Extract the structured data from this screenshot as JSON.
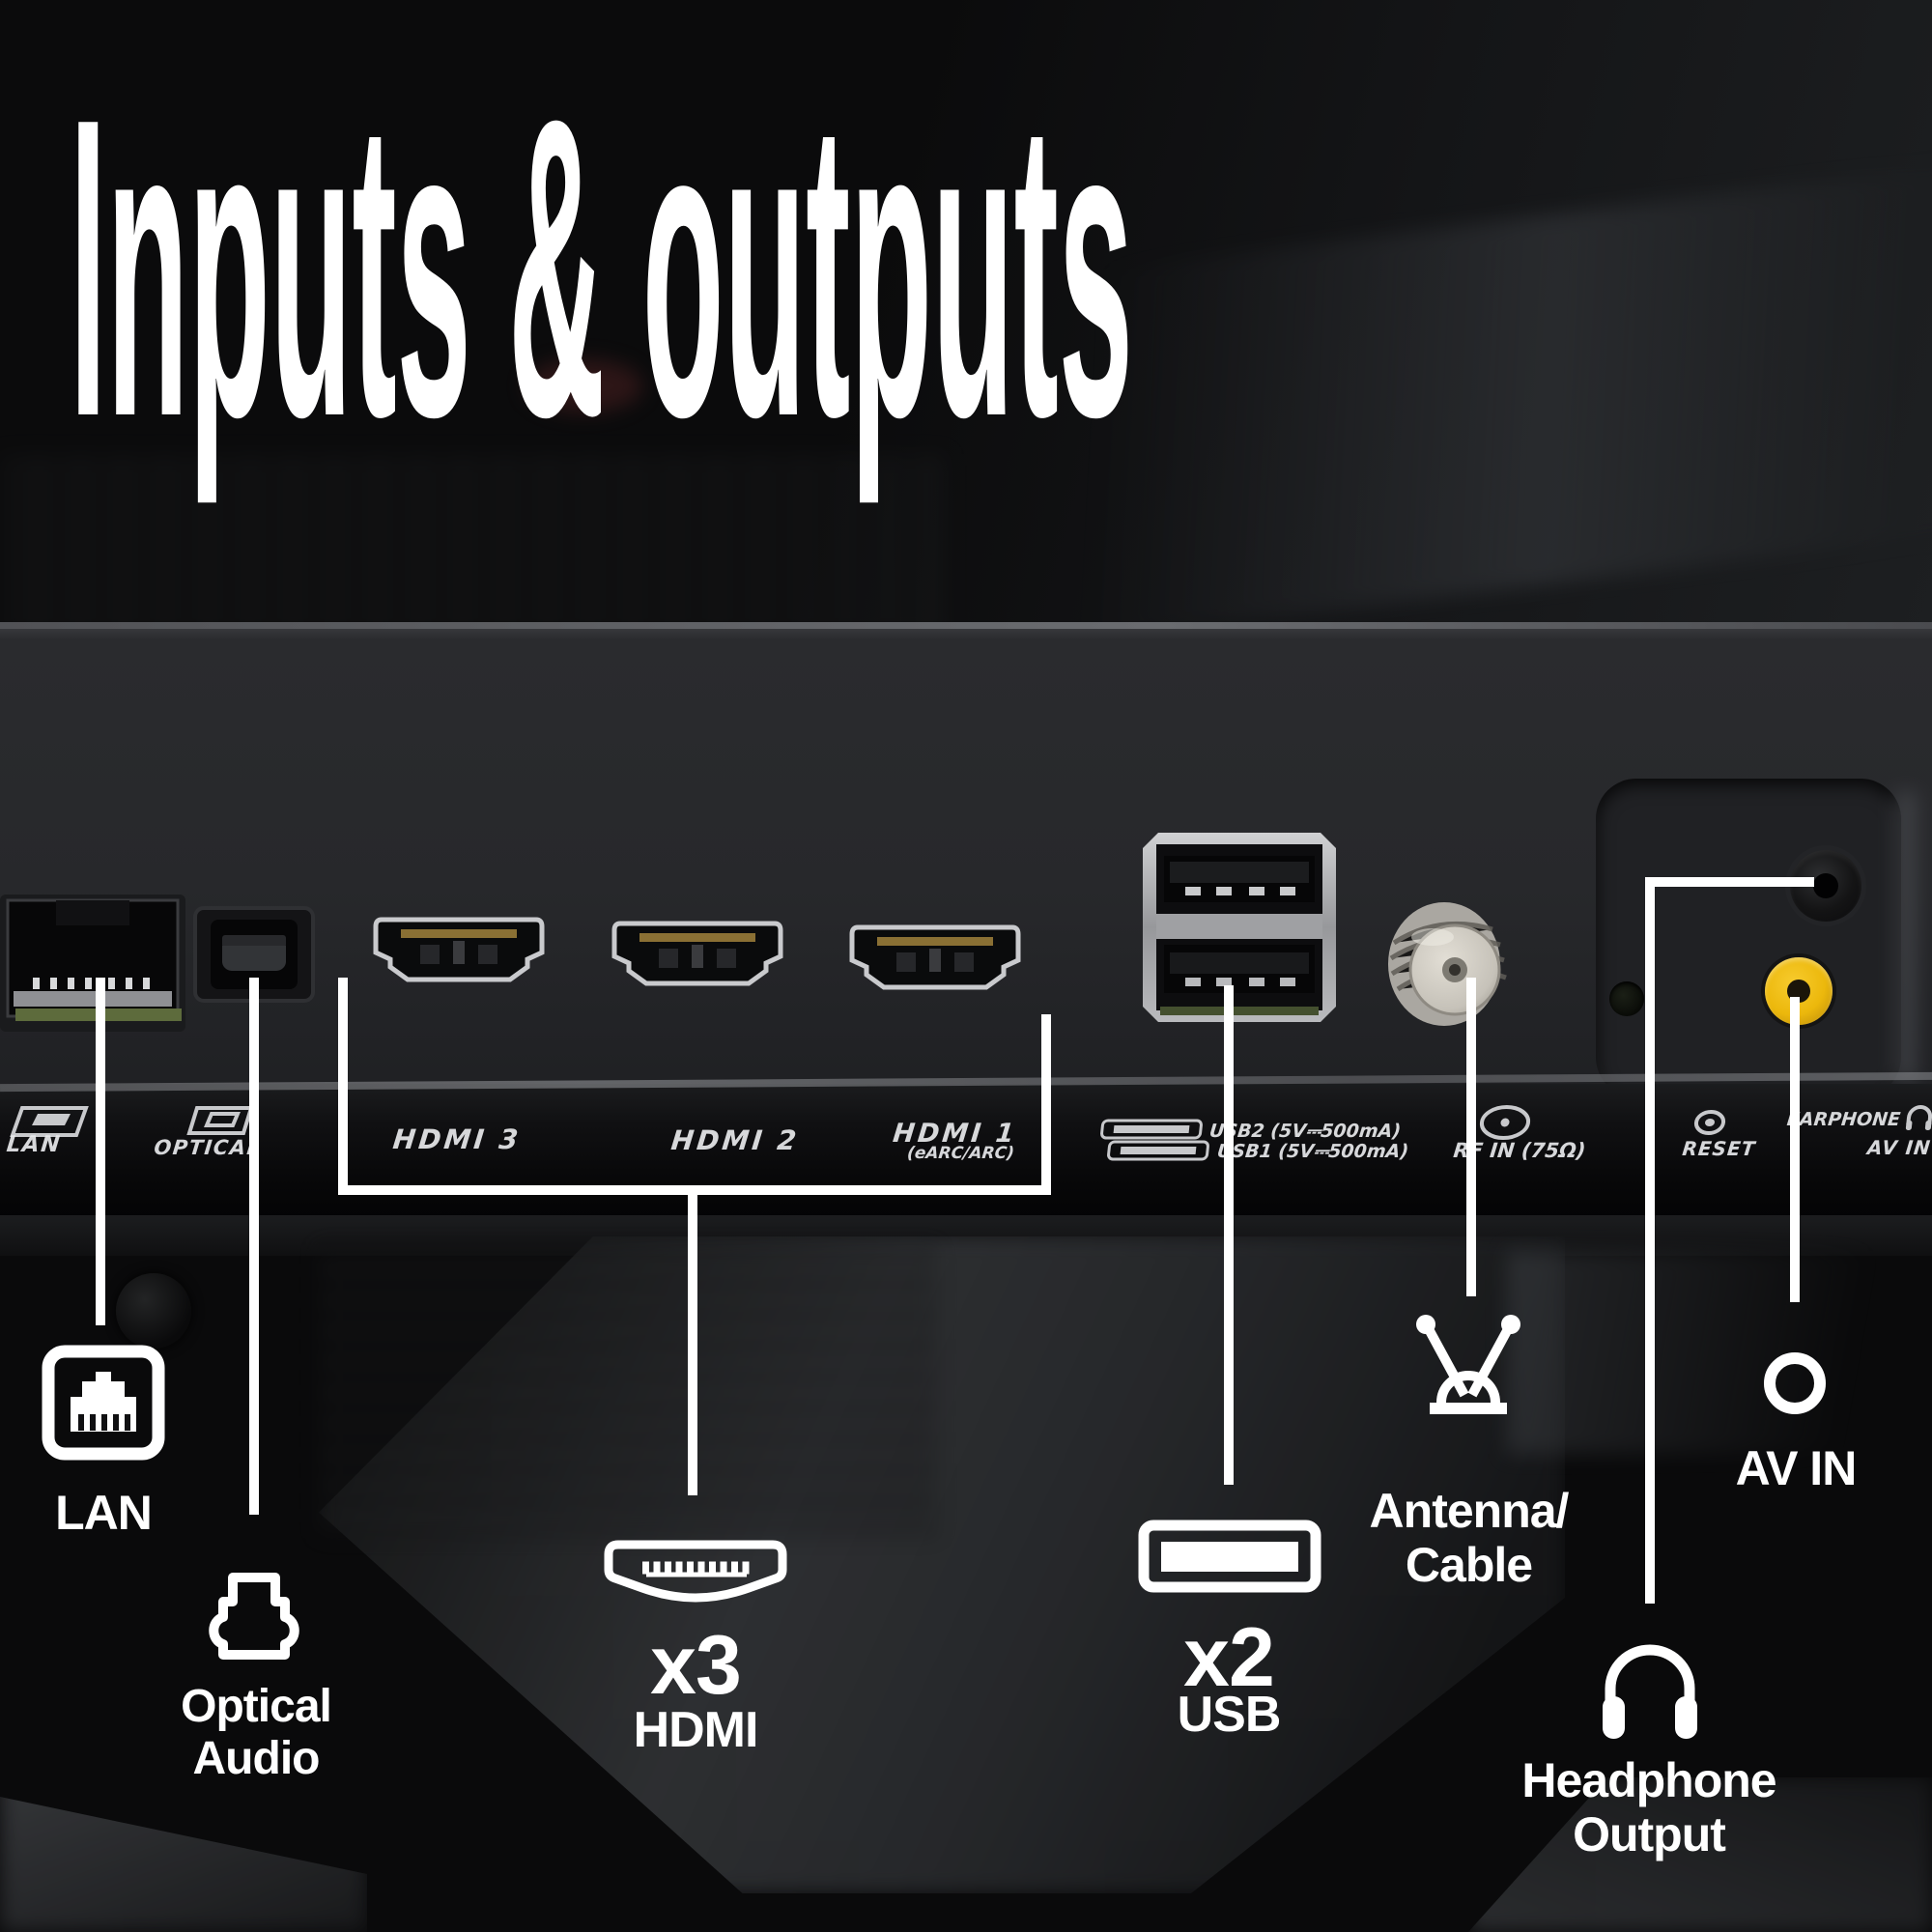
{
  "title": "Inputs & outputs",
  "panel": {
    "lan": "LAN",
    "optical": "OPTICAL",
    "hdmi3": "HDMI 3",
    "hdmi2": "HDMI 2",
    "hdmi1": "HDMI 1",
    "hdmi1_sub": "(eARC/ARC)",
    "usb2": "USB2 (5V⎓500mA)",
    "usb1": "USB1 (5V⎓500mA)",
    "rf": "RF IN (75Ω)",
    "reset": "RESET",
    "earphone": "EARPHONE",
    "av_in": "AV IN"
  },
  "callouts": {
    "lan": "LAN",
    "optical": "Optical\nAudio",
    "hdmi_count": "x3",
    "hdmi": "HDMI",
    "usb_count": "x2",
    "usb": "USB",
    "antenna": "Antenna/\nCable",
    "av_in": "AV IN",
    "headphone": "Headphone\nOutput"
  },
  "colors": {
    "callout_white": "#ffffff",
    "av_jack_yellow": "#ecb80c",
    "pcb_green": "#5d6b3c",
    "metal_silver": "#c7c8ca"
  },
  "icon_names": [
    "lan-icon",
    "optical-icon",
    "hdmi-icon",
    "usb-icon",
    "antenna-icon",
    "av-in-icon",
    "headphone-icon"
  ]
}
